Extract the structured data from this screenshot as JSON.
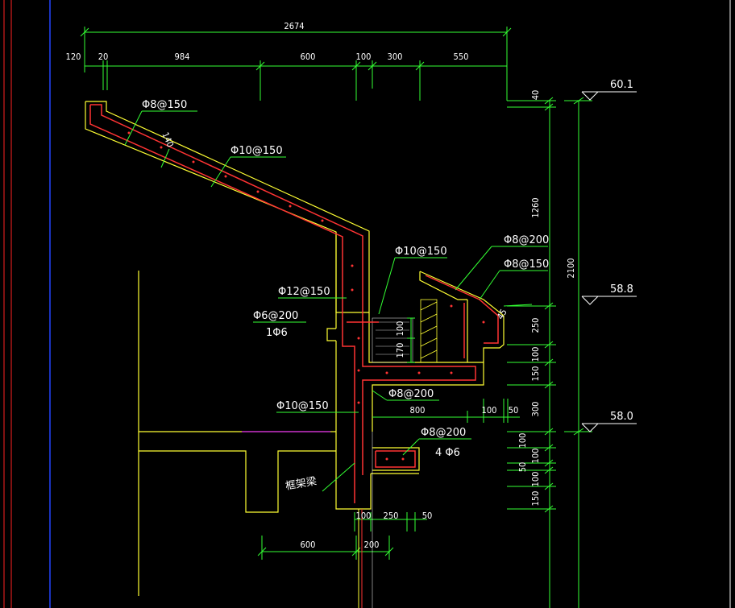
{
  "colors": {
    "background": "#000000",
    "concrete_outline": "#ffff33",
    "rebar": "#ff3333",
    "dimension": "#33ff33",
    "text": "#ffffff",
    "left_border_red": "#ff2222",
    "left_border_blue": "#2244ff",
    "slab_magenta": "#cc33cc"
  },
  "dimensions": {
    "total_width": "2674",
    "top_row": [
      "120",
      "20",
      "984",
      "600",
      "100",
      "300",
      "550"
    ],
    "right_column": [
      "40",
      "1260",
      "2100",
      "250",
      "100",
      "150",
      "300",
      "100",
      "100",
      "50",
      "100",
      "150"
    ],
    "middle": [
      "800",
      "100",
      "50",
      "100",
      "170"
    ],
    "bottom": [
      "100",
      "250",
      "50",
      "600",
      "200"
    ],
    "slope_thickness": "140",
    "gutter_angle": "45"
  },
  "elevations": [
    "60.1",
    "58.8",
    "58.0"
  ],
  "rebar_labels": {
    "top_slope_1": "Φ8@150",
    "top_slope_2": "Φ10@150",
    "wall_vertical": "Φ12@150",
    "ledge": "Φ6@200",
    "ledge_bar": "1Φ6",
    "planter_top": "Φ10@150",
    "gutter_1": "Φ8@200",
    "gutter_2": "Φ8@150",
    "bottom_slab": "Φ8@200",
    "lower_wall": "Φ10@150",
    "beam": "Φ8@200",
    "beam_bar": "4 Φ6"
  },
  "annotations": {
    "frame_beam": "框架梁"
  }
}
